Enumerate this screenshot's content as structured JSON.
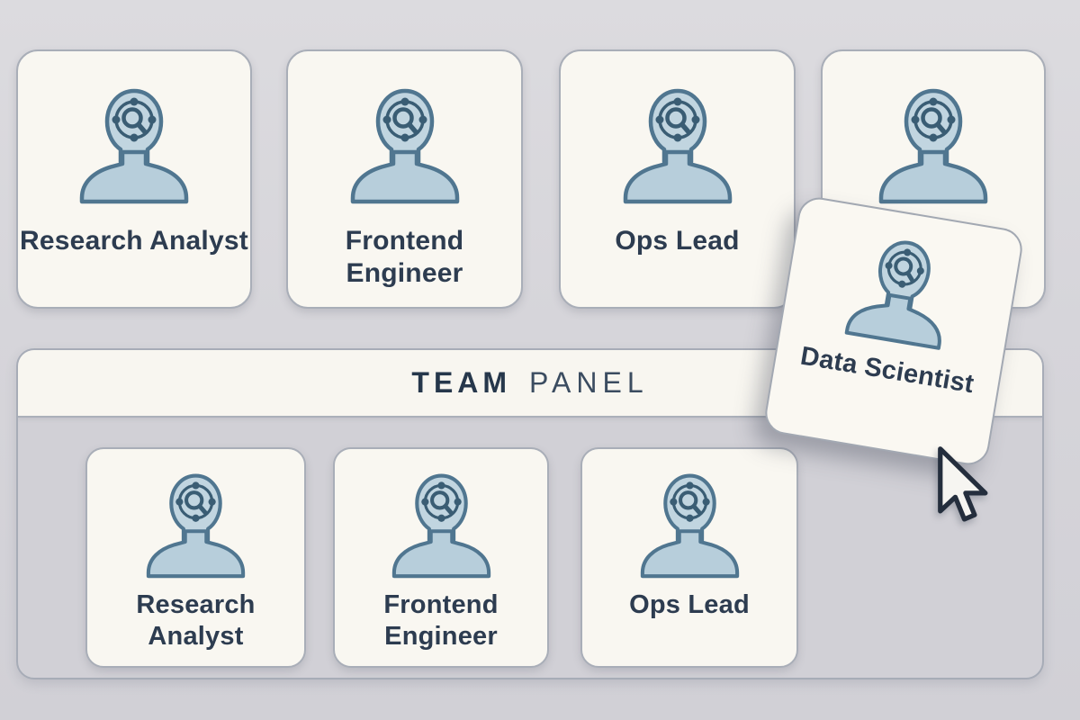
{
  "source_row": {
    "cards": [
      {
        "label": "Research Analyst"
      },
      {
        "label": "Frontend Engineer"
      },
      {
        "label": "Ops Lead"
      },
      {
        "label": ""
      }
    ]
  },
  "team_panel": {
    "title": {
      "primary": "TEAM",
      "secondary": "PANEL"
    },
    "cards": [
      {
        "label": "Research Analyst"
      },
      {
        "label": "Frontend Engineer"
      },
      {
        "label": "Ops Lead"
      }
    ]
  },
  "drag": {
    "card_label": "Data Scientist",
    "cursor_icon": "arrow-cursor"
  },
  "icons": {
    "persona": "person-network-search-icon"
  },
  "colors": {
    "page_bg": "#d6d5da",
    "panel_bg": "#d1d0d6",
    "card_bg": "#f9f7f1",
    "header_bg": "#f8f6f0",
    "border": "#a9aeb8",
    "icon_fill_head": "#c1d5e0",
    "icon_fill_shoulders": "#b7cedb",
    "icon_outline": "#507690",
    "icon_glyph": "#3a5d74",
    "label_text": "#2d3c50",
    "title_primary_text": "#26374b",
    "title_secondary_text": "#3b4c60",
    "cursor_fill": "#f6f5f1",
    "cursor_outline": "#242e3d"
  }
}
